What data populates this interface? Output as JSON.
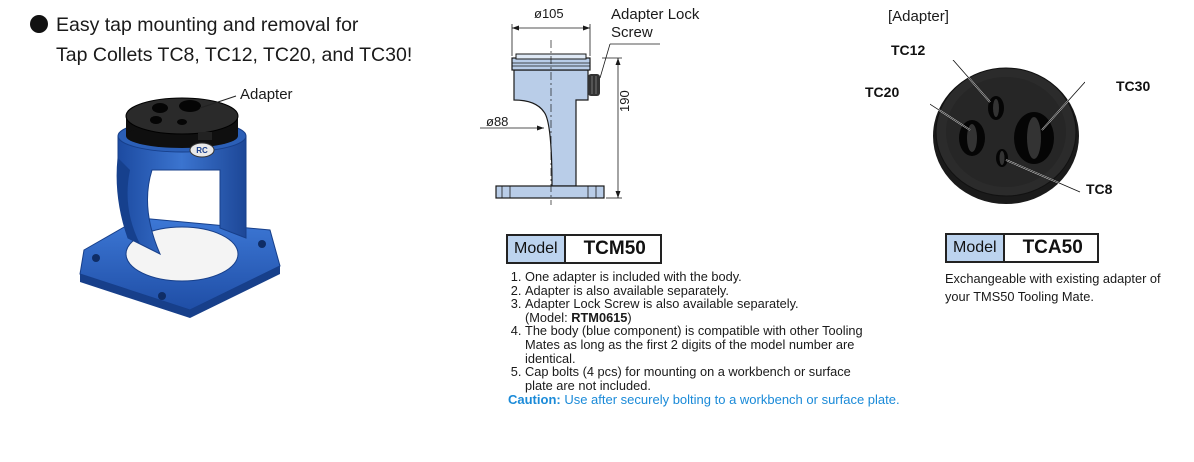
{
  "headline": {
    "line1": "Easy tap mounting and removal for",
    "line2": "Tap Collets TC8, TC12, TC20, and TC30!"
  },
  "photo": {
    "adapter_label": "Adapter"
  },
  "drawing": {
    "dia_top": "ø105",
    "dia_mid": "ø88",
    "height": "190",
    "lock_screw_line1": "Adapter Lock",
    "lock_screw_line2": "Screw"
  },
  "model_tcm": {
    "label": "Model",
    "name": "TCM50"
  },
  "notes": {
    "items": [
      {
        "text": "One adapter is included with the body."
      },
      {
        "text": "Adapter is also available separately."
      },
      {
        "text": "Adapter Lock Screw is also available separately.",
        "sub_prefix": "(Model: ",
        "sub_bold": "RTM0615",
        "sub_suffix": ")"
      },
      {
        "text": "The body (blue component) is compatible with other Tooling Mates as long as the first 2 digits of the model number are identical."
      },
      {
        "text": "Cap bolts (4 pcs) for mounting on a workbench or surface plate are not included."
      }
    ],
    "caution_label": "Caution:",
    "caution_text": " Use after securely bolting to a workbench or surface plate."
  },
  "adapter": {
    "title": "[Adapter]",
    "tc12": "TC12",
    "tc20": "TC20",
    "tc30": "TC30",
    "tc8": "TC8"
  },
  "model_tca": {
    "label": "Model",
    "name": "TCA50"
  },
  "exchange_text": "Exchangeable with existing adapter of your TMS50 Tooling Mate.",
  "colors": {
    "body_blue": "#2f63b8",
    "drawing_blue": "#b9cde8",
    "model_label_bg": "#bcd3ee",
    "caution_blue": "#1a8ad8"
  }
}
